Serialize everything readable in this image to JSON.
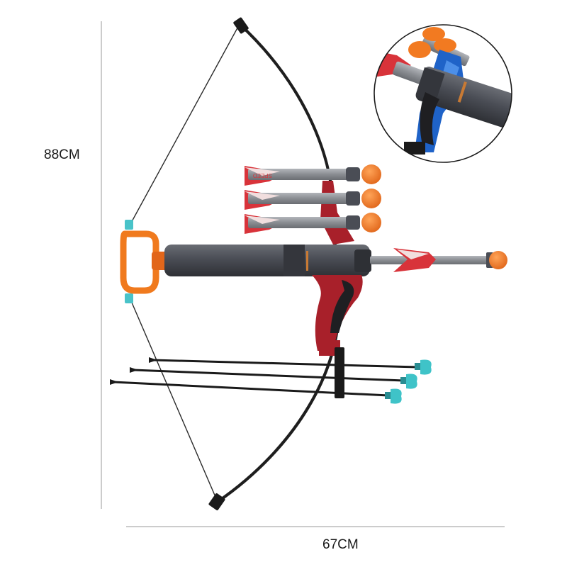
{
  "dimensions": {
    "height_label": "88CM",
    "width_label": "67CM"
  },
  "arrow_print": "SPEED",
  "colors": {
    "background": "#ffffff",
    "bow_limb": "#1e1e1e",
    "bow_string": "#2a2a2a",
    "launcher_body": "#4a4d55",
    "launcher_dark": "#34363c",
    "grip_red": "#a8202a",
    "grip_black": "#1f1f22",
    "handle_orange": "#f07a1e",
    "foam_tip": "#f27a21",
    "arrow_shaft": "#8a8d92",
    "fin_red": "#d8333a",
    "string_clip_teal": "#49c3c9",
    "suction_cup": "#3fc3c8",
    "dimension_line": "#888888",
    "zoom_blue": "#1f63c8"
  },
  "icons": [
    "bow-icon",
    "foam-dart-icon",
    "suction-arrow-icon",
    "magnifier-detail-icon"
  ]
}
